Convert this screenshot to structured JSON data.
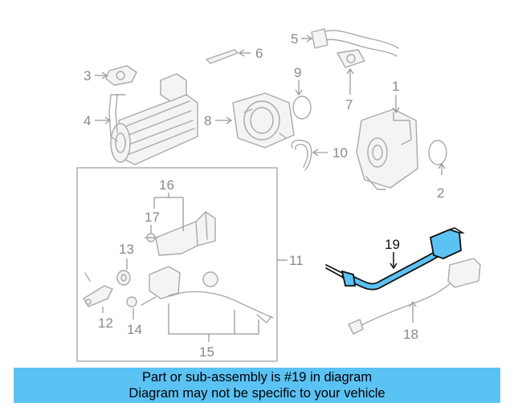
{
  "diagram": {
    "callouts": [
      {
        "id": "1",
        "label": "1"
      },
      {
        "id": "2",
        "label": "2"
      },
      {
        "id": "3",
        "label": "3"
      },
      {
        "id": "4",
        "label": "4"
      },
      {
        "id": "5",
        "label": "5"
      },
      {
        "id": "6",
        "label": "6"
      },
      {
        "id": "7",
        "label": "7"
      },
      {
        "id": "8",
        "label": "8"
      },
      {
        "id": "9",
        "label": "9"
      },
      {
        "id": "10",
        "label": "10"
      },
      {
        "id": "11",
        "label": "11"
      },
      {
        "id": "12",
        "label": "12"
      },
      {
        "id": "13",
        "label": "13"
      },
      {
        "id": "14",
        "label": "14"
      },
      {
        "id": "15",
        "label": "15"
      },
      {
        "id": "16",
        "label": "16"
      },
      {
        "id": "17",
        "label": "17"
      },
      {
        "id": "18",
        "label": "18"
      },
      {
        "id": "19",
        "label": "19"
      }
    ],
    "highlighted_part": "19",
    "highlight_color": "#5bc2f4"
  },
  "banner": {
    "line1": "Part or sub-assembly is #19 in diagram",
    "line2": "Diagram may not be specific to your vehicle",
    "background": "#5bc2f4"
  }
}
